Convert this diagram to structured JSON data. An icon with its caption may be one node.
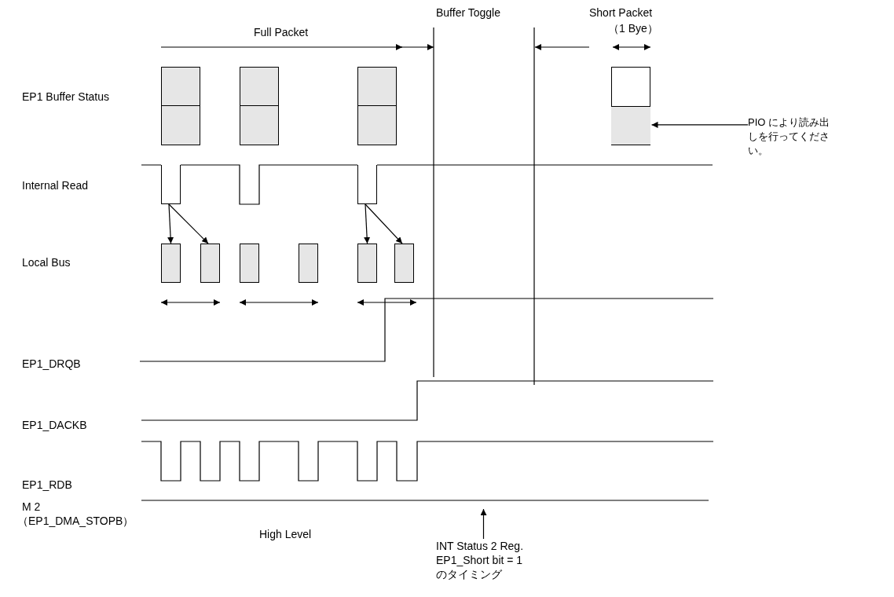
{
  "diagram": {
    "nodes": [
      {
        "text": [],
        "shape": "box"
      },
      {
        "text": [],
        "shape": "box"
      },
      {
        "text": [],
        "shape": "box"
      },
      {
        "text": [],
        "shape": "box"
      },
      {
        "text": [],
        "shape": "box",
        "in": 3
      },
      {
        "text": [
          "PIO により読み出しを行ってください。"
        ]
      },
      {
        "text": [],
        "shape": "box"
      },
      {
        "text": [],
        "shape": "box"
      },
      {
        "text": [],
        "shape": "box"
      },
      {
        "text": [],
        "shape": "box"
      },
      {
        "text": [],
        "shape": "box"
      },
      {
        "text": [],
        "shape": "box"
      },
      {
        "text": [
          "INT Status 2 Reg. EP1_Short bit = 1 のタイミング"
        ]
      },
      {
        "text": [],
        "shape": "pulse"
      },
      {
        "text": [],
        "shape": "pulse"
      }
    ],
    "edges": [
      {
        "from": 13,
        "to": 6,
        "arrow": "to"
      },
      {
        "from": 13,
        "to": 7,
        "arrow": "to"
      },
      {
        "from": 14,
        "to": 10,
        "arrow": "to"
      },
      {
        "from": 14,
        "to": 11,
        "arrow": "to"
      },
      {
        "from": 5,
        "to": 4,
        "arrow": "to"
      },
      {
        "from": 12,
        "to": null,
        "arrow": "to"
      }
    ],
    "labels": [
      "Buffer Toggle",
      "Short Packet",
      "Full Packet",
      "（1 Bye）",
      "EP1 Buffer Status",
      "Internal Read",
      "Local Bus",
      "EP1_DRQB",
      "EP1_DACKB",
      "EP1_RDB",
      "M 2",
      "（EP1_DMA_STOPB）",
      "High Level"
    ]
  }
}
